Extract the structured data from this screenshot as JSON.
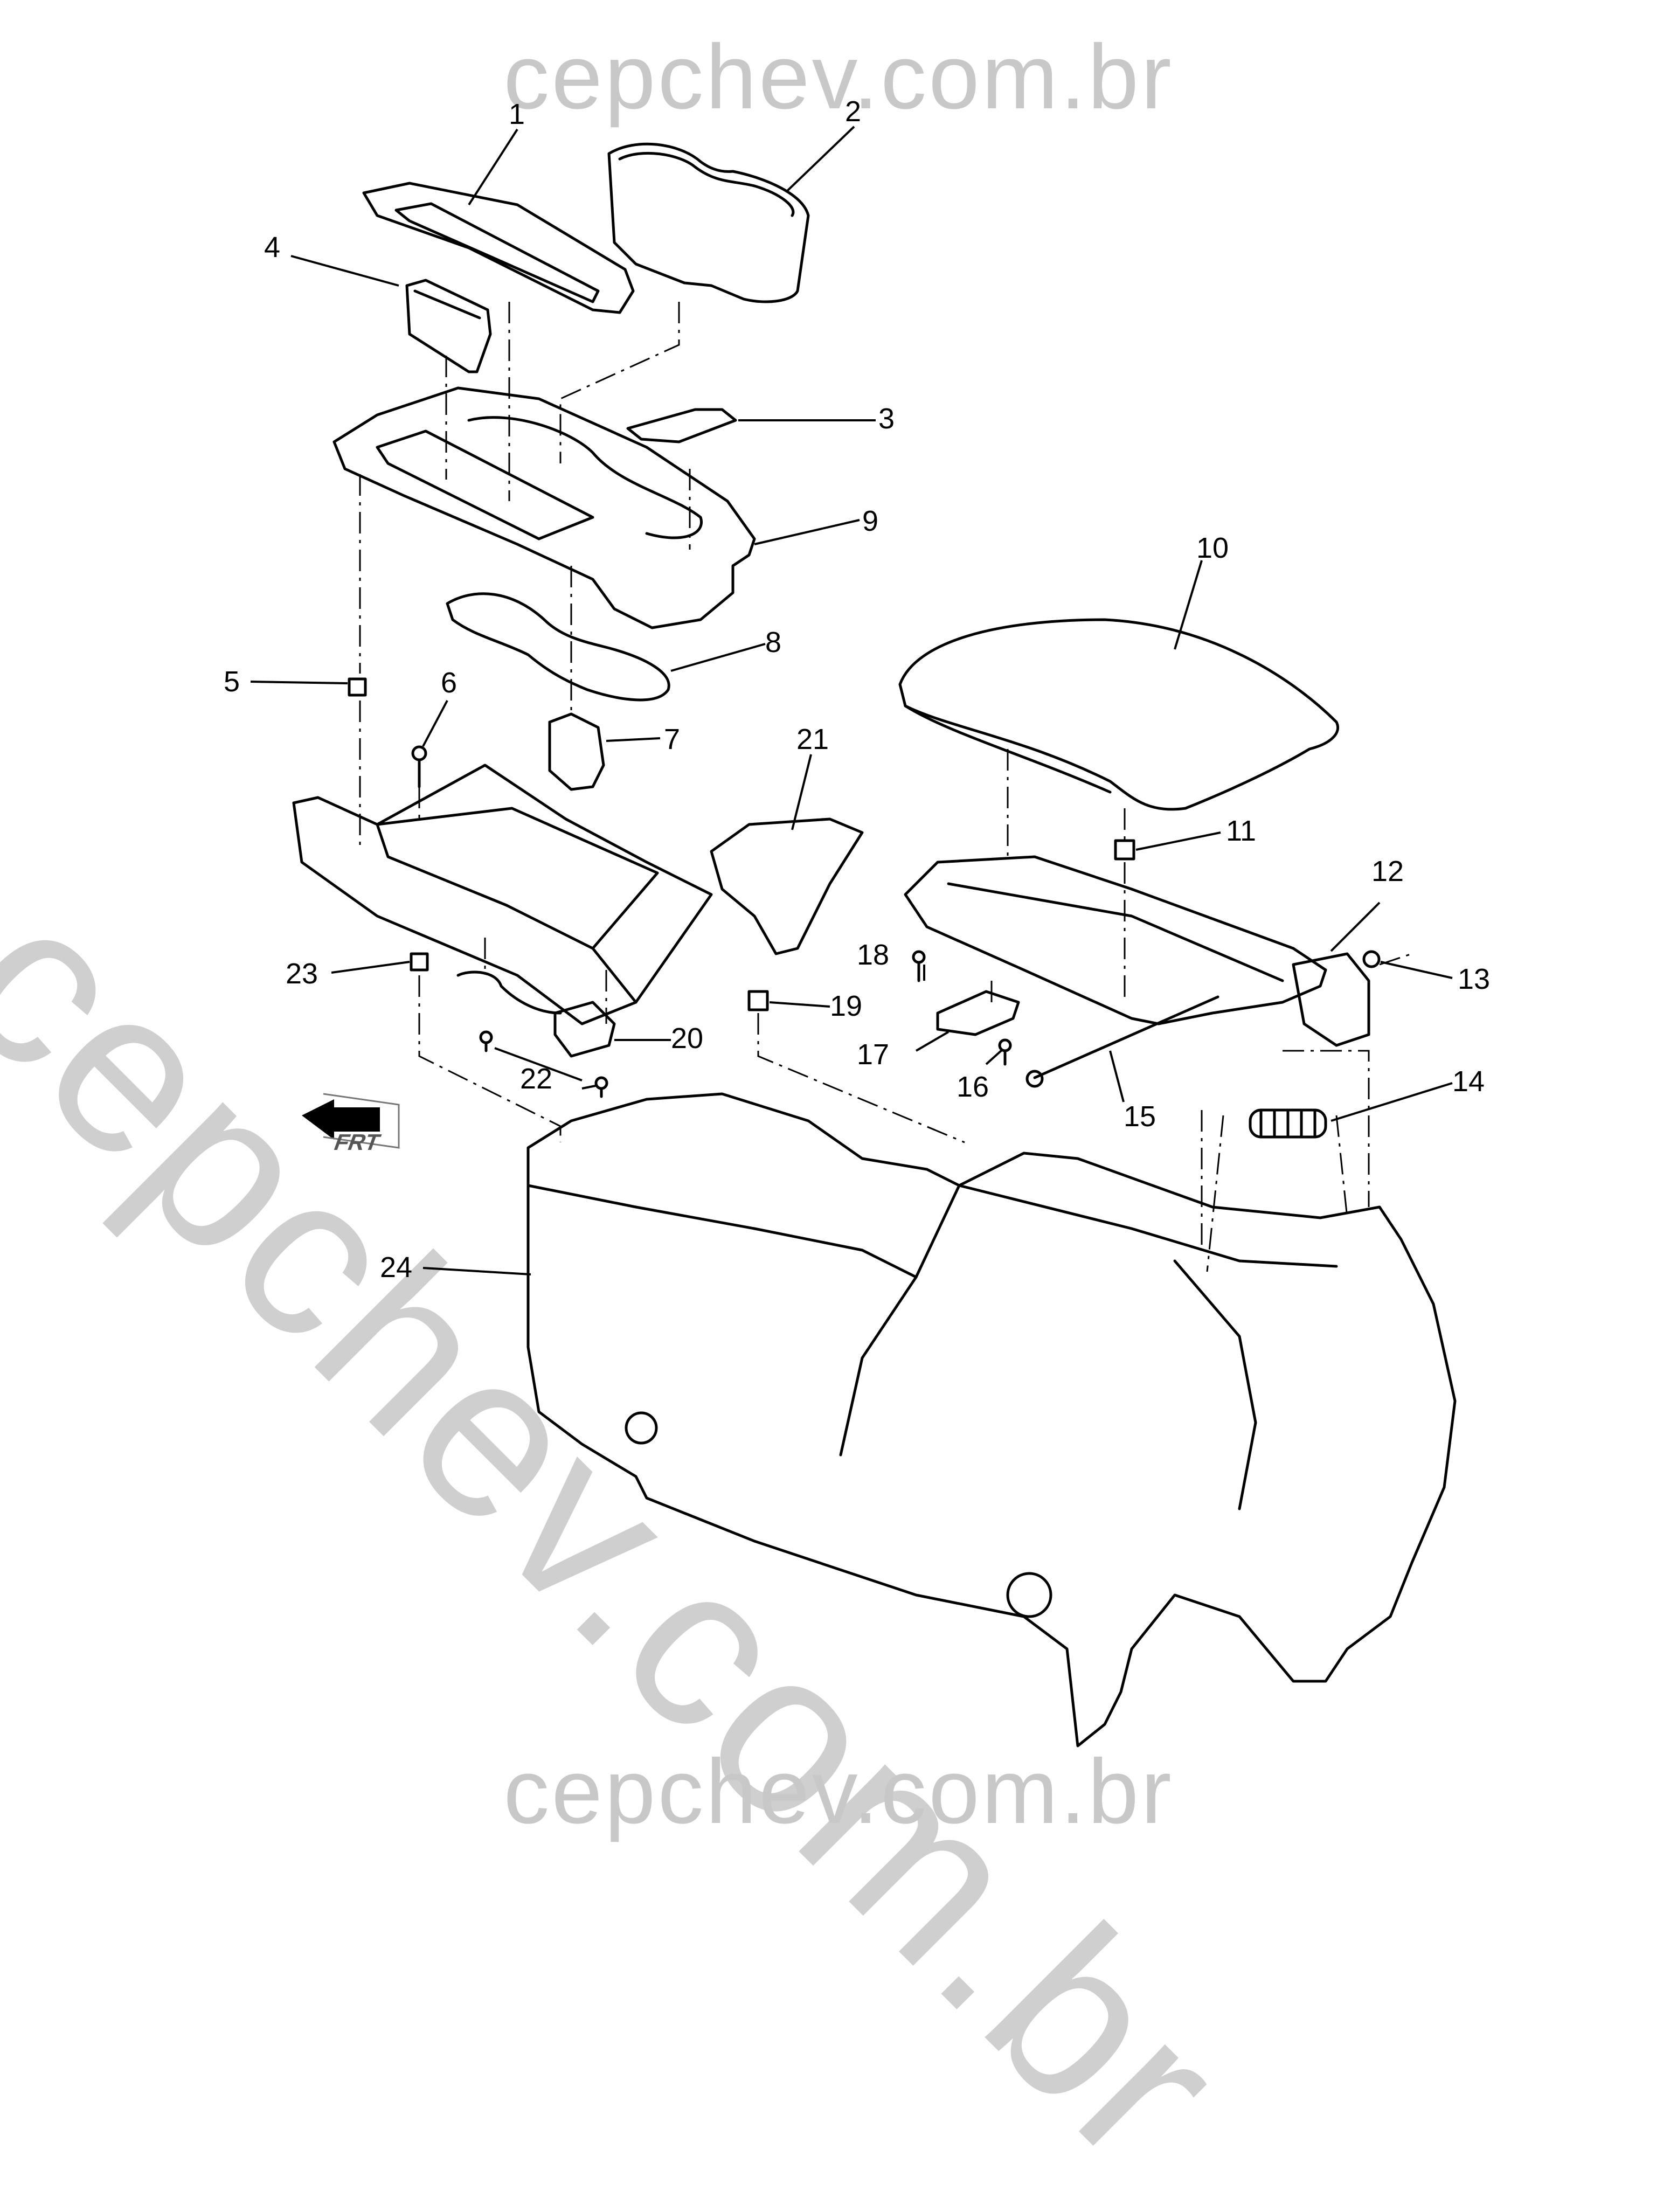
{
  "watermark": {
    "top": "cepchev.com.br",
    "bottom": "cepchev.com.br",
    "diagonal": "cepchev.com.br",
    "color": "#c8c8c8"
  },
  "orientation": {
    "label": "FRT"
  },
  "callouts": [
    "1",
    "2",
    "3",
    "4",
    "5",
    "6",
    "7",
    "8",
    "9",
    "10",
    "11",
    "12",
    "13",
    "14",
    "15",
    "16",
    "17",
    "18",
    "19",
    "20",
    "21",
    "22",
    "23",
    "24"
  ],
  "colors": {
    "line": "#000000",
    "leader": "#000000",
    "watermark": "#c8c8c8"
  }
}
